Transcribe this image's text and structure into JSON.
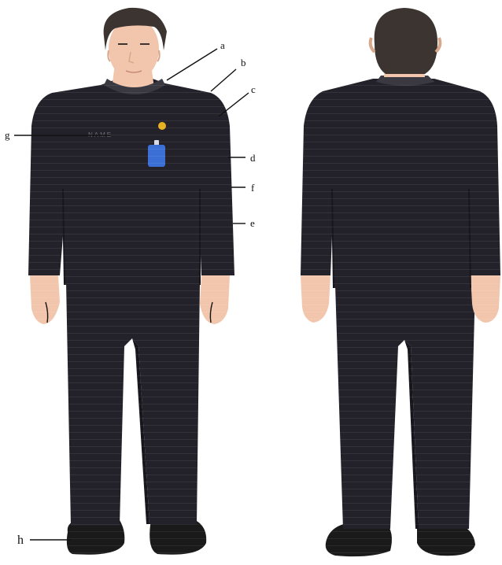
{
  "figure": {
    "views": [
      {
        "name": "front"
      },
      {
        "name": "back"
      }
    ],
    "name_tag_text": "NAME",
    "callouts": [
      {
        "id": "a",
        "label": "a"
      },
      {
        "id": "b",
        "label": "b"
      },
      {
        "id": "c",
        "label": "c"
      },
      {
        "id": "d",
        "label": "d"
      },
      {
        "id": "f",
        "label": "f"
      },
      {
        "id": "e",
        "label": "e"
      },
      {
        "id": "g",
        "label": "g"
      },
      {
        "id": "h",
        "label": "h"
      }
    ],
    "colors": {
      "uniform": "#23222a",
      "uniform_shadow": "#17161c",
      "uniform_highlight": "#3a3942",
      "skin": "#f2c6ac",
      "skin_shadow": "#d9a88c",
      "hair": "#3b3430",
      "badge": "#3b6fd6",
      "pin": "#e8b020",
      "shoe": "#1a1a1a"
    }
  }
}
